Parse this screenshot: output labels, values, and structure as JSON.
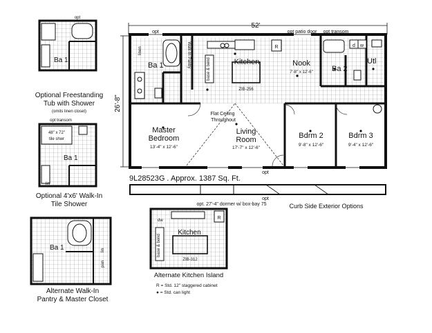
{
  "main_plan": {
    "dimension_width": "52'",
    "dimension_depth": "26'-8\"",
    "model_line": "9L28523G .  Approx. 1387 Sq. Ft.",
    "opt_top_left": "opt",
    "opt_patio_door": "opt patio door",
    "opt_transom": "opt transom",
    "linen": "linen",
    "bath1": "Ba 1",
    "walk_in_pantry": "Walk-In Pantry",
    "base_and_bend": "base & bend",
    "kitchen": "Kitchen",
    "island_code": "ZIB-256",
    "nook": "Nook",
    "nook_size": "7'-8\" x 12'-6\"",
    "bath2": "Ba 2",
    "utl": "Utl",
    "wd_d": "d",
    "wd_w": "w",
    "fridge": "R",
    "flat_ceiling": "Flat Ceiling\nThroughout",
    "master": "Master\nBedroom",
    "master_size": "13'-4\" x 12'-6\"",
    "living": "Living\nRoom",
    "living_size": "17'-7\" x 12'-6\"",
    "bdrm2": "Bdrm 2",
    "bdrm2_size": "9'-8\" x 12'-6\"",
    "bdrm3": "Bdrm 3",
    "bdrm3_size": "9'-4\" x 12'-6\"",
    "opt_front": "opt",
    "opt_front2": "opt",
    "dormer_note": "opt. 27'-4\" dormer w/  box-bay 75",
    "curb_side": "Curb Side Exterior Options"
  },
  "option_tub": {
    "opt": "opt",
    "bath": "Ba 1",
    "caption": "Optional Freestanding\nTub with Shower",
    "subcaption": "(omits linen closet)"
  },
  "option_shower": {
    "opt_transom": "opt transom",
    "size": "48\" x 72\"",
    "tile": "tile shwr",
    "bath": "Ba 1",
    "lin": "lin",
    "caption": "Optional 4'x6' Walk-In\nTile Shower"
  },
  "option_pantry": {
    "bath": "Ba 1",
    "pan": "pan",
    "lin": "lin",
    "caption": "Alternate Walk-In\nPantry & Master Closet"
  },
  "option_island": {
    "kitchen": "Kitchen",
    "code": "ZIB-312",
    "dw": "dw",
    "fridge": "R",
    "base_bend": "base & bend",
    "caption": "Alternate Kitchen Island",
    "legend_r": "R = Std. 12\" staggered cabinet",
    "legend_dot": "● = Std. can light"
  }
}
